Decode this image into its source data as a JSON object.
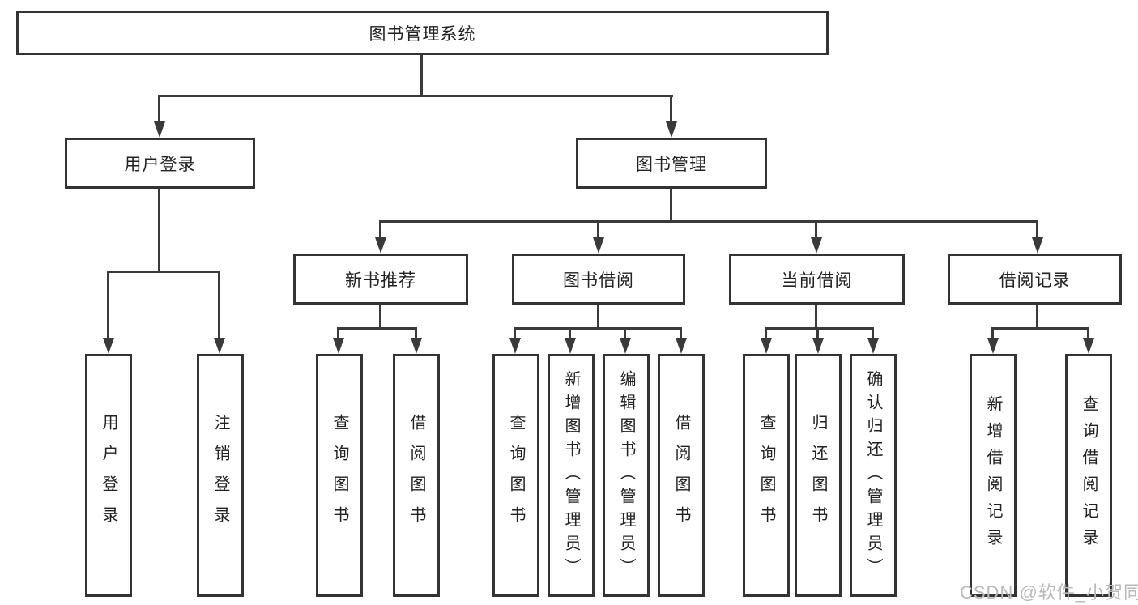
{
  "diagram": {
    "label": "图书管理系统",
    "children": [
      {
        "label": "用户登录",
        "children": [
          {
            "label": "用户登录"
          },
          {
            "label": "注销登录"
          }
        ]
      },
      {
        "label": "图书管理",
        "children": [
          {
            "label": "新书推荐",
            "children": [
              {
                "label": "查询图书"
              },
              {
                "label": "借阅图书"
              }
            ]
          },
          {
            "label": "图书借阅",
            "children": [
              {
                "label": "查询图书"
              },
              {
                "label": "新增图书（管理员）"
              },
              {
                "label": "编辑图书（管理员）"
              },
              {
                "label": "借阅图书"
              }
            ]
          },
          {
            "label": "当前借阅",
            "children": [
              {
                "label": "查询图书"
              },
              {
                "label": "归还图书"
              },
              {
                "label": "确认归还（管理员）"
              }
            ]
          },
          {
            "label": "借阅记录",
            "children": [
              {
                "label": "新增借阅记录"
              },
              {
                "label": "查询借阅记录"
              }
            ]
          }
        ]
      }
    ]
  },
  "watermark": {
    "text": "CSDN @软件_小贺同学"
  },
  "colors": {
    "line": "#3a3a3a",
    "box_border": "#333333",
    "text": "#222222",
    "watermark": "#b9b9b9",
    "background": "#ffffff"
  }
}
